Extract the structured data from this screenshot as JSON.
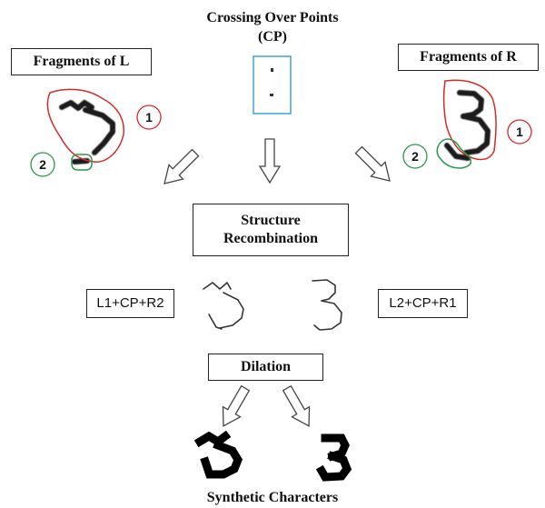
{
  "crossing": {
    "line1": "Crossing Over Points",
    "line2": "(CP)"
  },
  "fragL": {
    "label": "Fragments of L",
    "marker1": "1",
    "marker2": "2"
  },
  "fragR": {
    "label": "Fragments of R",
    "marker1": "1",
    "marker2": "2"
  },
  "recombination": {
    "line1": "Structure",
    "line2": "Recombination"
  },
  "formulaLeft": "L1+CP+R2",
  "formulaRight": "L2+CP+R1",
  "dilation": "Dilation",
  "synthetic": "Synthetic Characters",
  "colors": {
    "red": "#d42a2a",
    "green": "#2a9a4a",
    "cp": "#3aa6d6",
    "stroke": "#222222"
  }
}
